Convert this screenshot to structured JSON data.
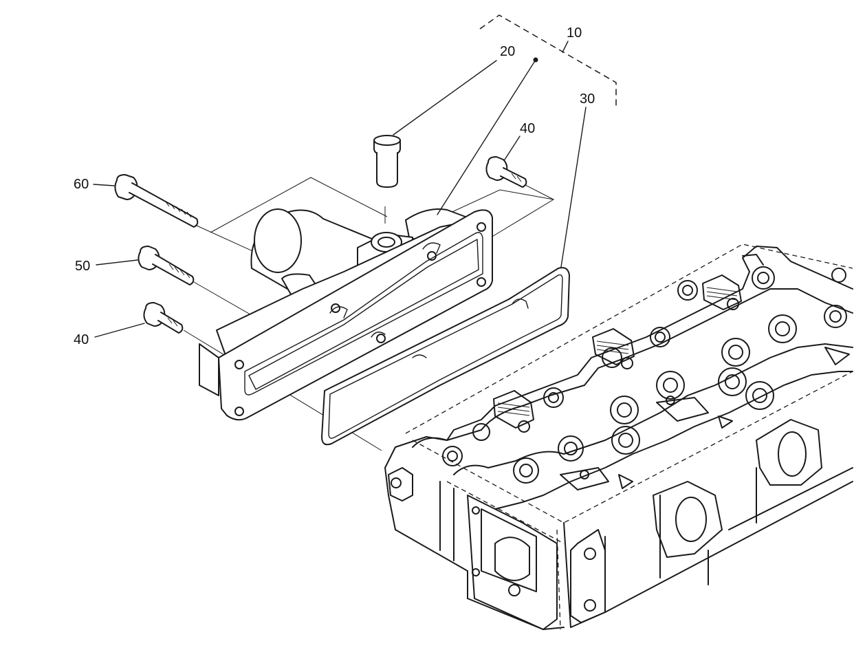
{
  "callouts": {
    "c10": "10",
    "c20": "20",
    "c30": "30",
    "c40_top": "40",
    "c60": "60",
    "c50": "50",
    "c40_left": "40"
  },
  "colors": {
    "line": "#1a1a1a",
    "background": "#ffffff"
  }
}
